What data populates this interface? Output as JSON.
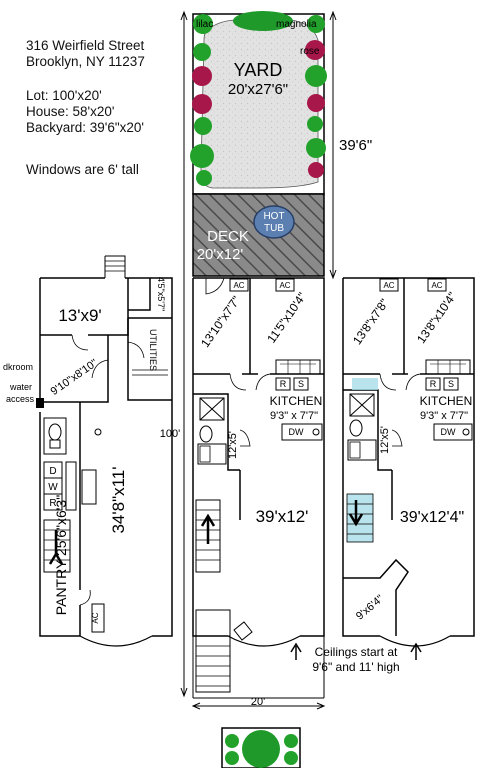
{
  "address": {
    "street": "316 Weirfield Street",
    "city": "Brooklyn, NY 11237"
  },
  "specs": {
    "lot": "Lot: 100'x20'",
    "house": "House: 58'x20'",
    "backyard": "Backyard: 39'6\"x20'",
    "windows": "Windows are 6' tall"
  },
  "yard": {
    "label": "YARD",
    "dims": "20'x27'6\"",
    "depth": "39'6\"",
    "plants": {
      "lilac": "lilac",
      "magnolia": "magnolia",
      "rose": "rose"
    }
  },
  "deck": {
    "label": "DECK",
    "dims": "20'x12'",
    "hot_tub_line1": "HOT",
    "hot_tub_line2": "TUB"
  },
  "ground_floor": {
    "front_room": "13'x9'",
    "closet": "4'5\"x5'7\"",
    "utilities": "UTILITIES",
    "darkroom": "9'10\"x8'10\"",
    "dkroom_label": "dkroom",
    "water_label1": "water",
    "water_label2": "access",
    "main_room": "34'8\"x11'",
    "pantry": "PANTRY 25'6\"x6'3\"",
    "appliance_d": "D",
    "appliance_w": "W",
    "appliance_r": "R",
    "ac": "AC"
  },
  "parlor_floor": {
    "ac1": "AC",
    "ac2": "AC",
    "bedroom1": "13'10\"x7'7\"",
    "bedroom2": "11'5\"x10'4\"",
    "kitchen": "KITCHEN",
    "kitchen_dims": "9'3\" x 7'7\"",
    "range_r": "R",
    "range_s": "S",
    "dishwasher": "DW",
    "hall": "12'x5'",
    "living": "39'x12'",
    "total_depth": "100'",
    "width": "20'"
  },
  "top_floor": {
    "ac1": "AC",
    "ac2": "AC",
    "bedroom1": "13'8\"x7'8\"",
    "bedroom2": "13'8\"x10'4\"",
    "kitchen": "KITCHEN",
    "kitchen_dims": "9'3\" x 7'7\"",
    "range_r": "R",
    "range_s": "S",
    "dishwasher": "DW",
    "hall": "12'x5'",
    "living": "39'x12'4\"",
    "front_room": "9'x6'4\""
  },
  "ceilings": {
    "line1": "Ceilings start at",
    "line2": "9'6\" and 11' high"
  },
  "colors": {
    "lawn": "#e4e4e4",
    "shrub": "#22a22a",
    "rose": "#a8174a",
    "tub": "#5a7fb0",
    "stair_highlight": "#a8dde8"
  }
}
